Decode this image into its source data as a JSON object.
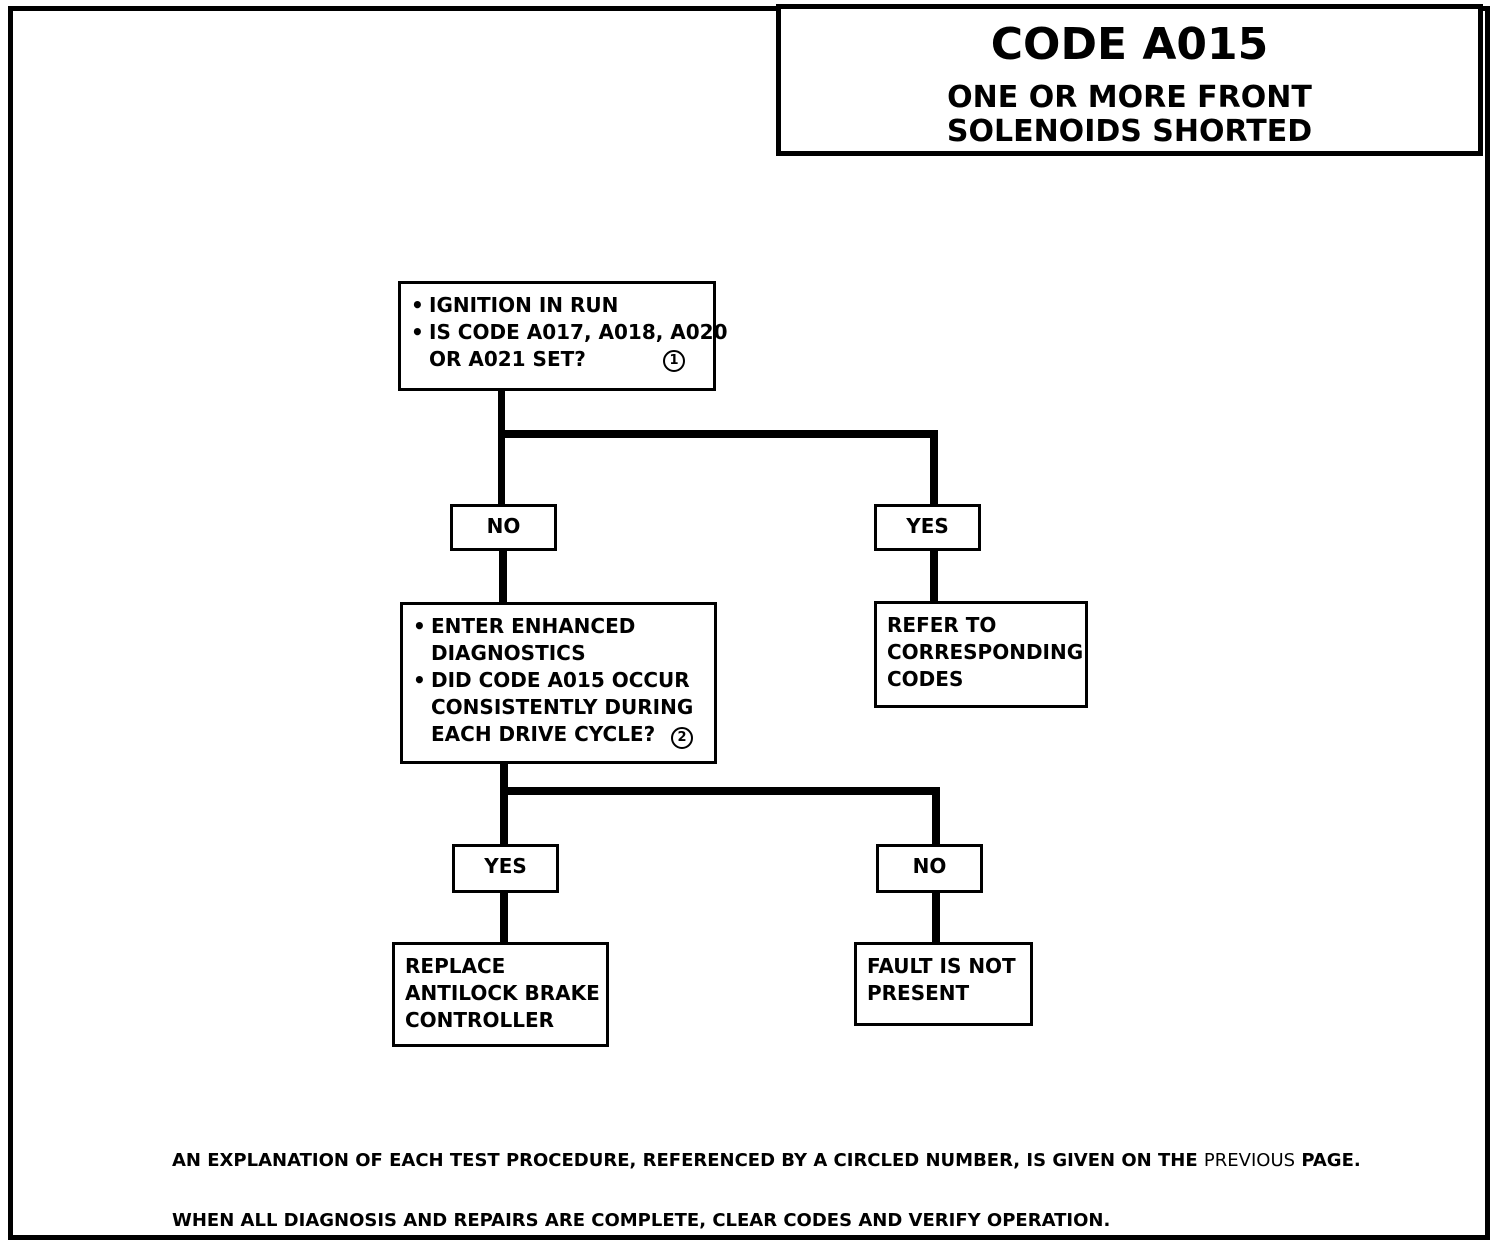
{
  "header": {
    "code": "CODE A015",
    "description_line1": "ONE OR MORE FRONT",
    "description_line2": "SOLENOIDS SHORTED"
  },
  "step1": {
    "bullet1": "IGNITION IN RUN",
    "bullet2_line1": "IS CODE A017, A018, A020",
    "bullet2_line2": "OR A021 SET?",
    "ref": "1"
  },
  "branch1": {
    "no_label": "NO",
    "yes_label": "YES"
  },
  "refer_box": {
    "line1": "REFER TO",
    "line2": "CORRESPONDING",
    "line3": "CODES"
  },
  "step2": {
    "bullet1_line1": "ENTER ENHANCED",
    "bullet1_line2": "DIAGNOSTICS",
    "bullet2_line1": "DID CODE A015 OCCUR",
    "bullet2_line2": "CONSISTENTLY DURING",
    "bullet2_line3": "EACH DRIVE CYCLE?",
    "ref": "2"
  },
  "branch2": {
    "yes_label": "YES",
    "no_label": "NO"
  },
  "replace_box": {
    "line1": "REPLACE",
    "line2": "ANTILOCK BRAKE",
    "line3": "CONTROLLER"
  },
  "fault_box": {
    "line1": "FAULT IS NOT",
    "line2": "PRESENT"
  },
  "footer": {
    "note1_part1": "AN EXPLANATION OF EACH TEST PROCEDURE, REFERENCED BY A CIRCLED NUMBER, IS GIVEN ON THE",
    "note1_part2": "PREVIOUS",
    "note1_part3": "PAGE.",
    "note2": "WHEN ALL DIAGNOSIS AND REPAIRS ARE COMPLETE, CLEAR CODES AND VERIFY OPERATION."
  }
}
